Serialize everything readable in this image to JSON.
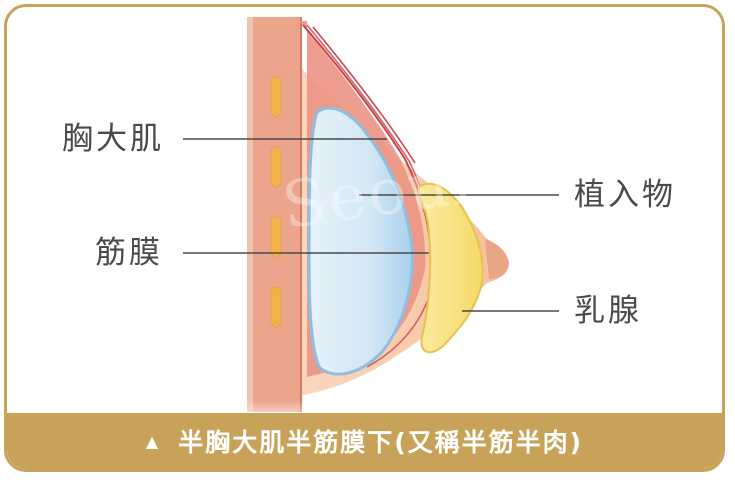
{
  "labels": {
    "pectoralis": "胸大肌",
    "fascia": "筋膜",
    "implant": "植入物",
    "gland": "乳腺"
  },
  "watermark": "Seoul",
  "caption": {
    "arrow": "▲",
    "text": "半胸大肌半筋膜下(又稱半筋半肉)"
  },
  "colors": {
    "frame": "#c9a25a",
    "chest_wall": "#e8a48a",
    "muscle": "#e9887e",
    "skin": "#f7c9a7",
    "implant": "#cfe6f5",
    "gland": "#f8e283"
  }
}
